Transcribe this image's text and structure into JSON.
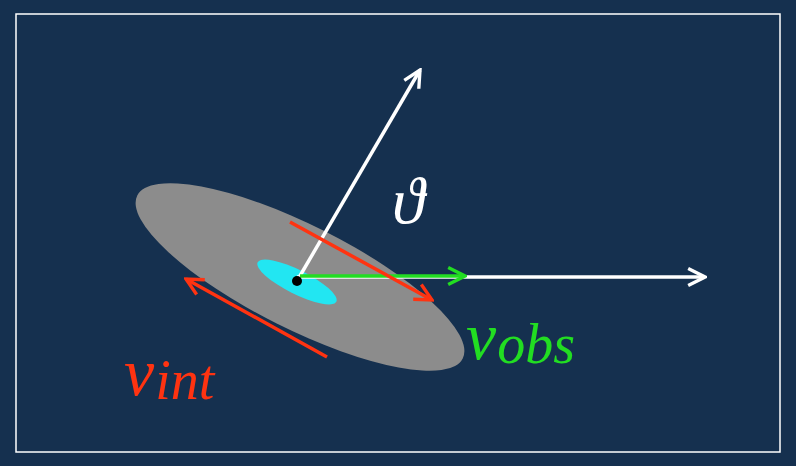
{
  "diagram": {
    "labels": [
      "ϑ",
      "v",
      "obs",
      "v",
      "int"
    ]
  }
}
